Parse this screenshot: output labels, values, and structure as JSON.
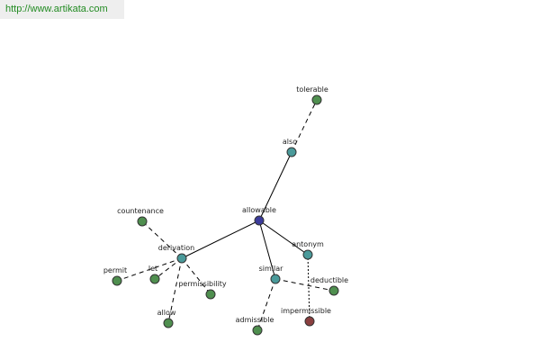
{
  "source": {
    "url_text": "http://www.artikata.com"
  },
  "colors": {
    "center": "#3b3b9b",
    "relation": "#4a9a9a",
    "word": "#4f8f4f",
    "antonym_word": "#8a3f3f"
  },
  "graph": {
    "nodes": [
      {
        "id": "allowable",
        "label": "allowable",
        "kind": "center"
      },
      {
        "id": "also",
        "label": "also",
        "kind": "relation"
      },
      {
        "id": "tolerable",
        "label": "tolerable",
        "kind": "word"
      },
      {
        "id": "derivation",
        "label": "derivation",
        "kind": "relation"
      },
      {
        "id": "countenance",
        "label": "countenance",
        "kind": "word"
      },
      {
        "id": "permit",
        "label": "permit",
        "kind": "word"
      },
      {
        "id": "let",
        "label": "let",
        "kind": "word"
      },
      {
        "id": "permissibility",
        "label": "permissibility",
        "kind": "word"
      },
      {
        "id": "allow",
        "label": "allow",
        "kind": "word"
      },
      {
        "id": "similar",
        "label": "similar",
        "kind": "relation"
      },
      {
        "id": "admissible",
        "label": "admissible",
        "kind": "word"
      },
      {
        "id": "deductible",
        "label": "deductible",
        "kind": "word"
      },
      {
        "id": "antonym",
        "label": "antonym",
        "kind": "relation"
      },
      {
        "id": "impermissible",
        "label": "impermissible",
        "kind": "antonym_word"
      }
    ],
    "edges": [
      {
        "from": "allowable",
        "to": "also",
        "style": "solid"
      },
      {
        "from": "also",
        "to": "tolerable",
        "style": "dashed"
      },
      {
        "from": "allowable",
        "to": "derivation",
        "style": "solid"
      },
      {
        "from": "allowable",
        "to": "similar",
        "style": "solid"
      },
      {
        "from": "allowable",
        "to": "antonym",
        "style": "solid"
      },
      {
        "from": "derivation",
        "to": "countenance",
        "style": "dashed"
      },
      {
        "from": "derivation",
        "to": "permit",
        "style": "dashed"
      },
      {
        "from": "derivation",
        "to": "let",
        "style": "dashed"
      },
      {
        "from": "derivation",
        "to": "permissibility",
        "style": "dashed"
      },
      {
        "from": "derivation",
        "to": "allow",
        "style": "dashed"
      },
      {
        "from": "similar",
        "to": "admissible",
        "style": "dashed"
      },
      {
        "from": "similar",
        "to": "deductible",
        "style": "dashed"
      },
      {
        "from": "antonym",
        "to": "impermissible",
        "style": "dotted"
      }
    ]
  }
}
